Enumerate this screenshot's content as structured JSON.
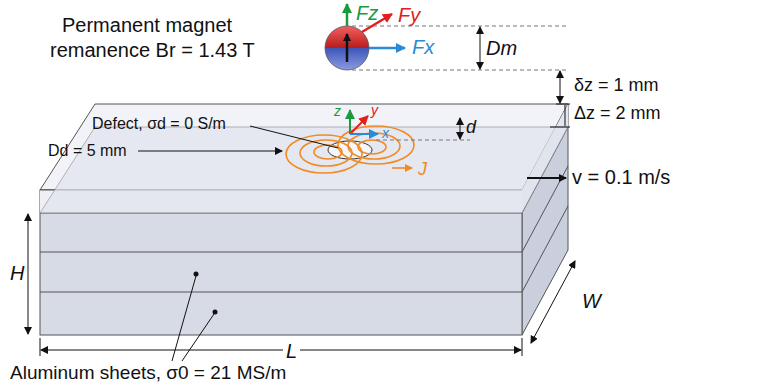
{
  "diagram": {
    "labels": [
      "Permanent magnet",
      "remanence Br = 1.43 T",
      "Fz",
      "Fy",
      "Fx",
      "Dm",
      "δz = 1 mm",
      "Δz = 2 mm",
      "z",
      "y",
      "x",
      "Defect, σd = 0 S/m",
      "Dd = 5 mm",
      "d",
      "J",
      "H",
      "v = 0.1 m/s",
      "W",
      "L",
      "Aluminum sheets, σ0 = 21 MS/m"
    ]
  }
}
